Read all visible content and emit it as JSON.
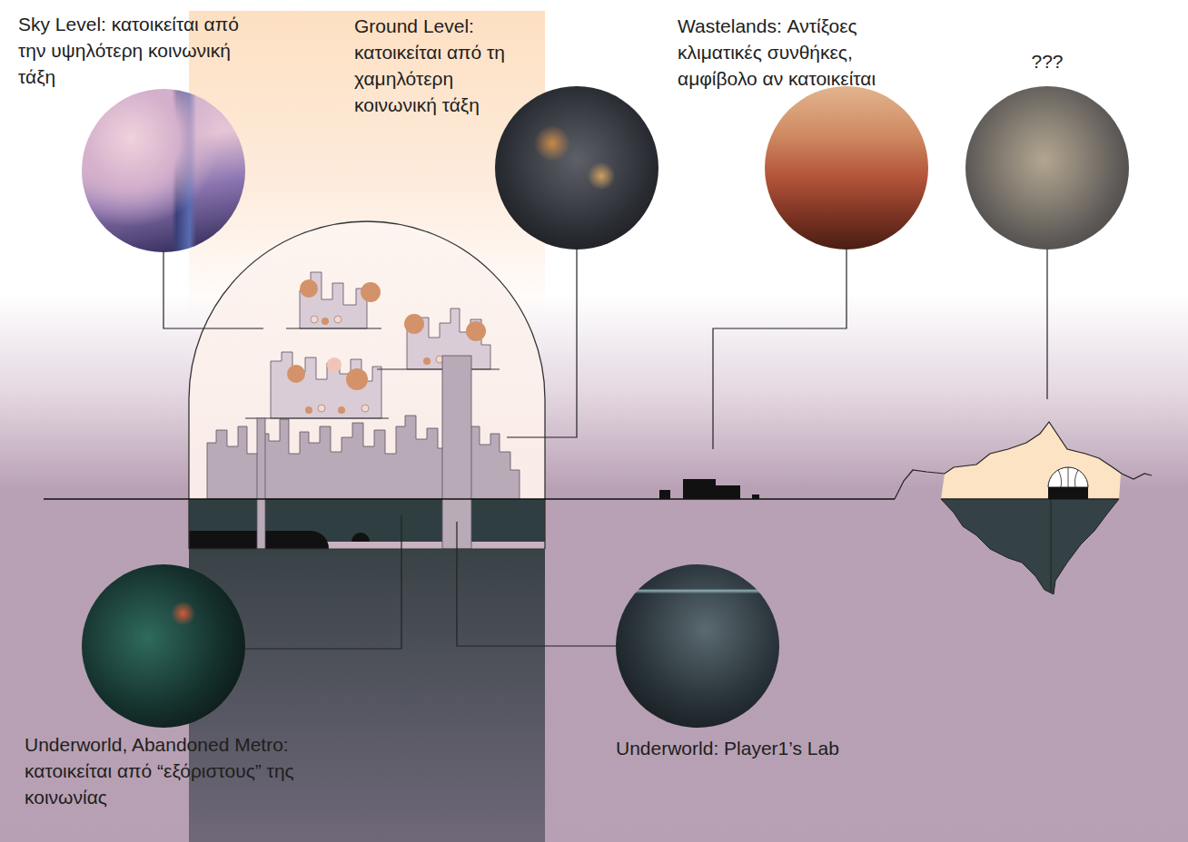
{
  "diagram": {
    "nodes": [
      {
        "text": [
          "Sky Level: κατοικείται από την υψηλότερη κοινωνική τάξη"
        ]
      },
      {
        "text": [
          "Ground Level: κατοικείται από τη χαμηλότερη κοινωνική τάξη"
        ]
      },
      {
        "text": [
          "Wastelands: Αντίξοες κλιματικές συνθήκες, αμφίβολο αν κατοικείται"
        ]
      },
      {
        "text": [
          "???"
        ]
      },
      {
        "text": [
          "Underworld, Abandoned Metro: κατοικείται από “εξόριστους” της κοινωνίας"
        ]
      },
      {
        "text": [
          "Underworld: Player1’s Lab"
        ]
      }
    ]
  }
}
